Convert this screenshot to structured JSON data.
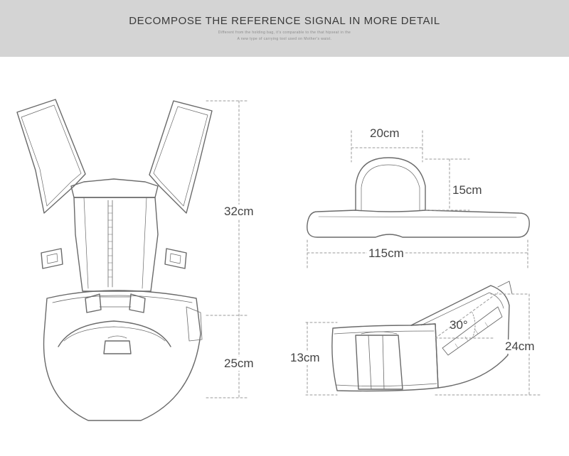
{
  "header": {
    "title": "DECOMPOSE THE REFERENCE SIGNAL IN MORE DETAIL",
    "subtitle_line1": "Different from the holding bag, it's comparable to the that hipseat in the",
    "subtitle_line2": "A new type of carrying tool used on Mother's waist."
  },
  "dimensions": {
    "carrier_upper_height": "32cm",
    "carrier_lower_height": "25cm",
    "pad_width": "20cm",
    "pad_height": "15cm",
    "belt_length": "115cm",
    "seat_height": "13cm",
    "seat_angle": "30°",
    "seat_total_height": "24cm"
  },
  "colors": {
    "header_bg": "#d4d4d4",
    "line": "#6a6a6a",
    "dash": "#9a9a9a",
    "text": "#444444"
  }
}
